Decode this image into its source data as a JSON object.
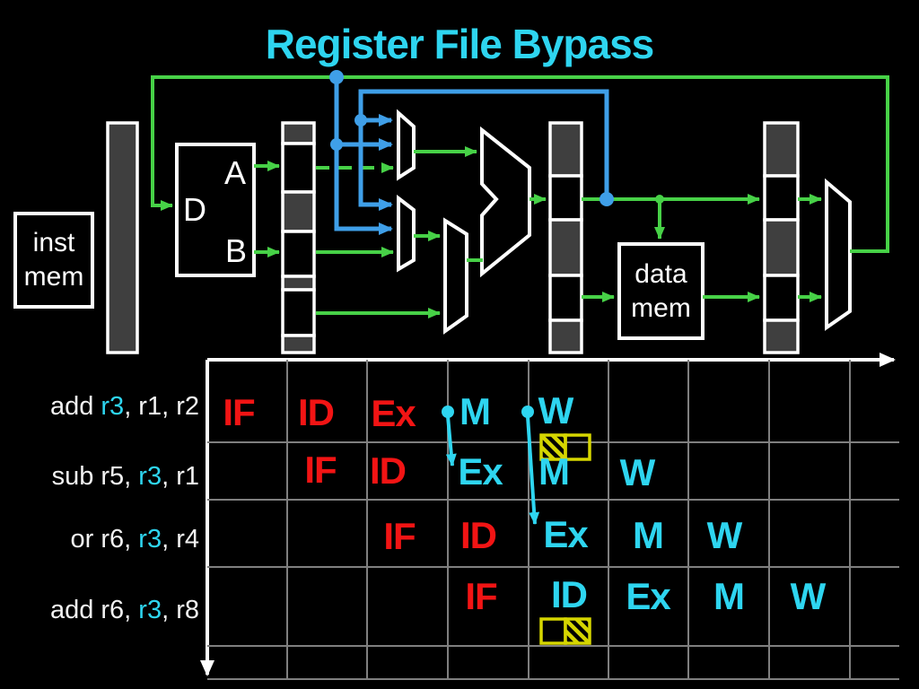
{
  "slide_title": "Register File Bypass",
  "palette": {
    "title_cyan": "#2ed5f0",
    "wire_green": "#47d147",
    "bypass_blue": "#3f9fe8",
    "stage_done_red": "#f21414",
    "stage_future_cyan": "#2ed5f0",
    "grid_gray": "#7f7f7f",
    "register_fill_gray": "#3f3f3f",
    "hazard_yellow": "#d6d600"
  },
  "datapath": {
    "inst_mem": {
      "line1": "inst",
      "line2": "mem"
    },
    "data_mem": {
      "line1": "data",
      "line2": "mem"
    },
    "register_file": {
      "write_port": "D",
      "read_port_a": "A",
      "read_port_b": "B"
    }
  },
  "timeline": {
    "rows": [
      {
        "instr_pre": "add ",
        "instr_reg": "r3",
        "instr_post": ", r1, r2",
        "stages": [
          {
            "label": "IF",
            "color": "red"
          },
          {
            "label": "ID",
            "color": "red"
          },
          {
            "label": "Ex",
            "color": "red"
          },
          {
            "label": "M",
            "color": "cyan"
          },
          {
            "label": "W",
            "color": "cyan"
          }
        ]
      },
      {
        "instr_pre": "sub r5, ",
        "instr_reg": "r3",
        "instr_post": ", r1",
        "stages": [
          {
            "label": "IF",
            "color": "red"
          },
          {
            "label": "ID",
            "color": "red"
          },
          {
            "label": "Ex",
            "color": "cyan"
          },
          {
            "label": "M",
            "color": "cyan"
          },
          {
            "label": "W",
            "color": "cyan"
          }
        ]
      },
      {
        "instr_pre": "or r6, ",
        "instr_reg": "r3",
        "instr_post": ", r4",
        "stages": [
          {
            "label": "IF",
            "color": "red"
          },
          {
            "label": "ID",
            "color": "red"
          },
          {
            "label": "Ex",
            "color": "cyan"
          },
          {
            "label": "M",
            "color": "cyan"
          },
          {
            "label": "W",
            "color": "cyan"
          }
        ]
      },
      {
        "instr_pre": "add r6, ",
        "instr_reg": "r3",
        "instr_post": ", r8",
        "stages": [
          {
            "label": "IF",
            "color": "red"
          },
          {
            "label": "ID",
            "color": "cyan"
          },
          {
            "label": "Ex",
            "color": "cyan"
          },
          {
            "label": "M",
            "color": "cyan"
          },
          {
            "label": "W",
            "color": "cyan"
          }
        ]
      }
    ]
  }
}
